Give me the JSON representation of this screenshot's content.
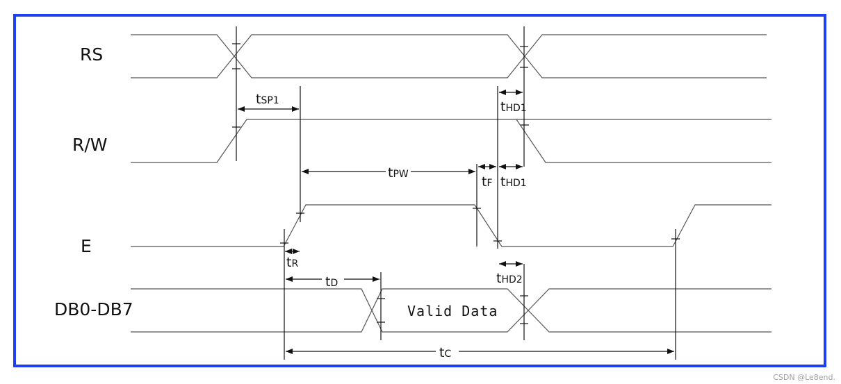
{
  "signals": {
    "rs": "RS",
    "rw": "R/W",
    "e": "E",
    "db": "DB0-DB7"
  },
  "bus_text": "Valid Data",
  "timing": {
    "tsp1": {
      "main": "t",
      "sub": "SP1"
    },
    "thd1_top": {
      "main": "t",
      "sub": "HD1"
    },
    "tpw": {
      "main": "t",
      "sub": "PW"
    },
    "tf": {
      "main": "t",
      "sub": "F"
    },
    "thd1_mid": {
      "main": "t",
      "sub": "HD1"
    },
    "tr": {
      "main": "t",
      "sub": "R"
    },
    "td": {
      "main": "t",
      "sub": "D"
    },
    "thd2": {
      "main": "t",
      "sub": "HD2"
    },
    "tc": {
      "main": "t",
      "sub": "C"
    }
  },
  "watermark": "CSDN @Le8end.",
  "colors": {
    "frame": "#1f3ff0",
    "ink": "#111111",
    "wave": "#555555"
  }
}
